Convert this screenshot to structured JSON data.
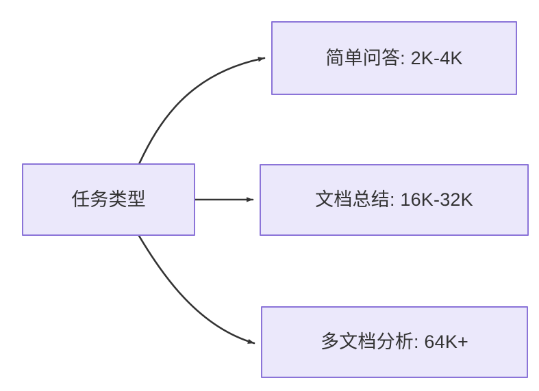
{
  "diagram": {
    "type": "flowchart",
    "direction": "left-to-right",
    "background_color": "#ffffff",
    "node_fill_color": "#ebe8fb",
    "node_border_color": "#8b74d8",
    "text_color": "#333333",
    "edge_color": "#333333",
    "source_node": {
      "id": "task-type",
      "label": "任务类型"
    },
    "target_nodes": [
      {
        "id": "simple-qa",
        "label": "简单问答: 2K-4K"
      },
      {
        "id": "doc-summary",
        "label": "文档总结: 16K-32K"
      },
      {
        "id": "multi-doc-analysis",
        "label": "多文档分析: 64K+"
      }
    ],
    "edges": [
      {
        "from": "task-type",
        "to": "simple-qa",
        "style": "curved",
        "arrowhead": "filled-triangle"
      },
      {
        "from": "task-type",
        "to": "doc-summary",
        "style": "straight",
        "arrowhead": "filled-triangle"
      },
      {
        "from": "task-type",
        "to": "multi-doc-analysis",
        "style": "curved",
        "arrowhead": "filled-triangle"
      }
    ]
  }
}
